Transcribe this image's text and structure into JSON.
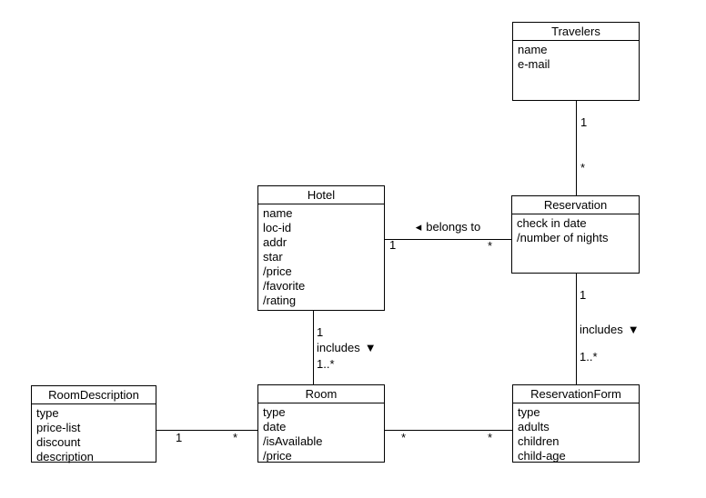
{
  "diagram": {
    "background_color": "#ffffff",
    "line_color": "#000000",
    "text_color": "#000000"
  },
  "classes": {
    "travelers": {
      "name": "Travelers",
      "attributes": [
        "name",
        "e-mail"
      ]
    },
    "hotel": {
      "name": "Hotel",
      "attributes": [
        "name",
        "loc-id",
        "addr",
        "star",
        "/price",
        "/favorite",
        "/rating"
      ]
    },
    "reservation": {
      "name": "Reservation",
      "attributes": [
        "check in date",
        "/number of nights"
      ]
    },
    "room_description": {
      "name": "RoomDescription",
      "attributes": [
        "type",
        "price-list",
        "discount",
        "description"
      ]
    },
    "room": {
      "name": "Room",
      "attributes": [
        "type",
        "date",
        "/isAvailable",
        "/price"
      ]
    },
    "reservation_form": {
      "name": "ReservationForm",
      "attributes": [
        "type",
        "adults",
        "children",
        "child-age"
      ]
    }
  },
  "associations": {
    "travelers_reservation": {
      "source_multiplicity": "1",
      "target_multiplicity": "*"
    },
    "hotel_reservation": {
      "label": "belongs to",
      "direction_arrow": "◂",
      "source_multiplicity": "1",
      "target_multiplicity": "*"
    },
    "hotel_room": {
      "label": "includes",
      "direction_arrow": "▼",
      "source_multiplicity": "1",
      "target_multiplicity": "1..*"
    },
    "reservation_reservation_form": {
      "label": "includes",
      "direction_arrow": "▼",
      "source_multiplicity": "1",
      "target_multiplicity": "1..*"
    },
    "room_description_room": {
      "source_multiplicity": "1",
      "target_multiplicity": "*"
    },
    "room_reservation_form": {
      "source_multiplicity": "*",
      "target_multiplicity": "*"
    }
  }
}
